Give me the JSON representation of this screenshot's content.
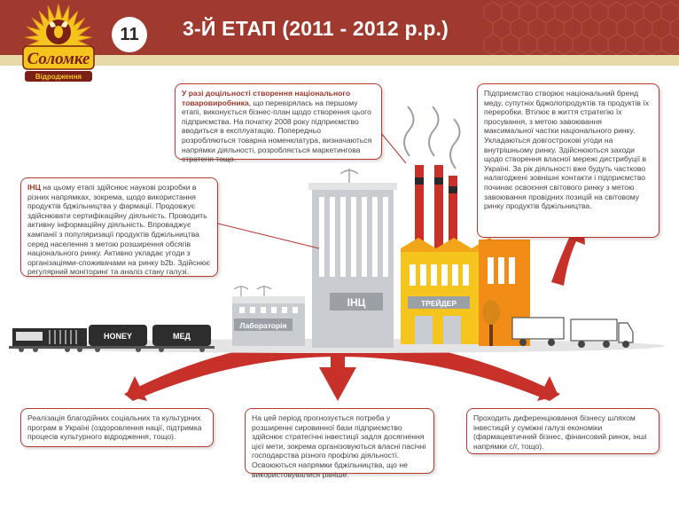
{
  "header": {
    "number": "11",
    "title": "3-Й ЕТАП (2011 - 2012 р.р.)",
    "logo_text": "Соломке",
    "logo_subtext": "Відродження"
  },
  "bubbles": {
    "top_center": {
      "lead": "У разі доцільності створення національного товаровиробника",
      "text": ", що перевірялась на першому етапі, виконується бізнес-план щодо створення цього підприємства. На початку 2008 року підприємство вводиться в експлуатацію. Попередньо розробляються товарна номенклатура, визначаються напрямки діяльності, розробляється маркетингова стратегія тощо."
    },
    "top_right": {
      "text": "Підприємство створює національний бренд меду, супутніх бджолопродуктів та продуктів їх переробки. Втілює в життя стратегію їх просування, з метою завоювання максимальної частки національного ринку. Укладаються довгострокові угоди на внутрішньому ринку. Здійснюються заходи щодо створення власної мережі дистрибуції в Україні. За рік діяльності вже будуть частково налагоджені зовнішні контакти і підприємство починає освоєння світового ринку з метою завоювання провідних позицій на світовому ринку продуктів бджільництва."
    },
    "left": {
      "lead": "ІНЦ",
      "text": " на цьому етапі здійснює наукові розробки в різних напрямках, зокрема, щодо використання продуктів бджільництва у фармації. Продовжує здійснювати сертифікаційну діяльність. Проводить активну інформаційну діяльність. Впроваджує кампанії з популяризації продуктів бджільництва серед населення з метою розширення обсягів національного ринку. Активно укладає угоди з організаціями-споживачами на ринку b2b. Здійснює регулярний моніторинг та аналіз стану галузі."
    },
    "bottom_left": {
      "text": "Реалізація благодійних соціальних та культурних програм в Україні (оздоровлення нації, підтримка процесів культурного відродження, тощо)."
    },
    "bottom_center": {
      "text": "На цей період прогнозується потреба у розширенні сировинної бази  підприємство здійснює стратегічні інвестиції задля досягнення цієї мети, зокрема організовуються власні пасічні господарства різного профілю діяльності. Освоюються напрямки бджільництва, що не використовувалися раніше."
    },
    "bottom_right": {
      "text": "Проходить диференціювання бізнесу шляхом інвестицій у суміжні галузі економіки (фармацевтичний бізнес, фінансовий ринок, інші напрямки с/г, тощо)."
    }
  },
  "scene": {
    "lab_label": "Лабораторія",
    "inc_label": "ІНЦ",
    "trader_label": "ТРЕЙДЕР",
    "wagon1_label": "HONEY",
    "wagon2_label": "МЕД"
  },
  "colors": {
    "header": "#a0392e",
    "accent_red": "#c7312a",
    "factory_yellow": "#f6c51d",
    "factory_orange": "#f18d16",
    "building_gray": "#c9ccd0"
  }
}
